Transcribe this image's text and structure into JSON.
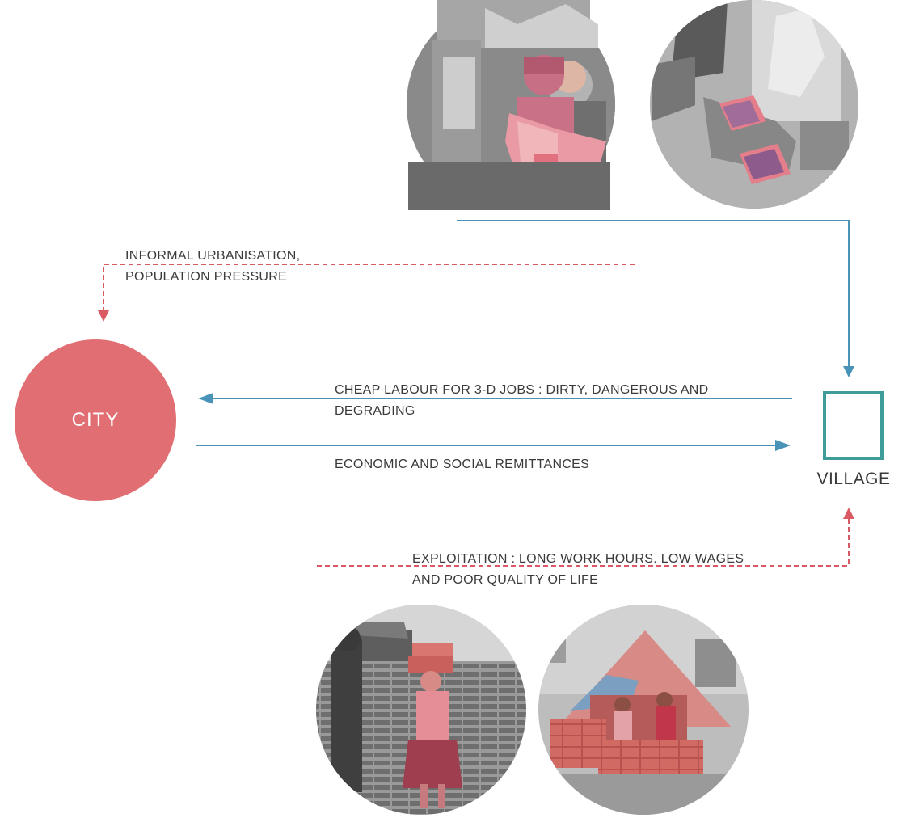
{
  "city": {
    "label": "CITY",
    "color": "#E06E72"
  },
  "village": {
    "label": "VILLAGE",
    "color": "#3E9D99"
  },
  "flows": {
    "urbanisation": {
      "line1": "INFORMAL URBANISATION,",
      "line2": "POPULATION PRESSURE"
    },
    "labour": {
      "line1": "CHEAP LABOUR FOR 3-D JOBS : DIRTY, DANGEROUS AND",
      "line2": "DEGRADING"
    },
    "remittances": {
      "line1": "ECONOMIC AND SOCIAL REMITTANCES"
    },
    "exploitation": {
      "line1": "EXPLOITATION : LONG WORK HOURS. LOW WAGES",
      "line2": "AND POOR QUALITY OF LIFE"
    }
  },
  "colors": {
    "arrow_blue": "#4A93B8",
    "arrow_red": "#D95A62",
    "text": "#3A3A3A"
  }
}
